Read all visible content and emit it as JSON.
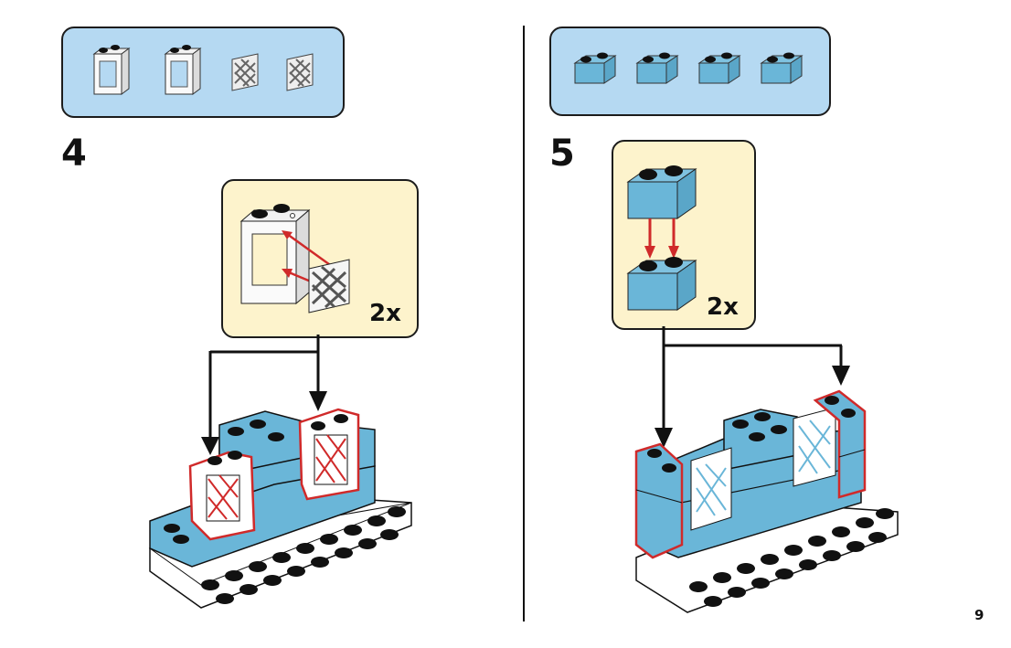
{
  "page": {
    "page_number": "9",
    "colors": {
      "parts_panel_bg": "#b5d9f2",
      "callout_bg": "#fdf3cc",
      "brick_blue": "#6ab6d8",
      "highlight_red": "#d02a2a",
      "stud_black": "#111111",
      "plate_white": "#ffffff"
    }
  },
  "steps": [
    {
      "number": "4",
      "parts_list": [
        {
          "part": "window-frame-1x2x2",
          "color": "white",
          "icon": "window-frame-icon"
        },
        {
          "part": "window-frame-1x2x2",
          "color": "white",
          "icon": "window-frame-icon"
        },
        {
          "part": "window-lattice-glass",
          "color": "white",
          "icon": "lattice-pane-icon"
        },
        {
          "part": "window-lattice-glass",
          "color": "white",
          "icon": "lattice-pane-icon"
        }
      ],
      "callout": {
        "quantity": "2x",
        "description": "Insert lattice pane into window frame"
      },
      "model_description": "Two assembled windows placed on the blue brick wall"
    },
    {
      "number": "5",
      "parts_list": [
        {
          "part": "brick-1x2",
          "color": "medium-azure",
          "icon": "brick-1x2-icon"
        },
        {
          "part": "brick-1x2",
          "color": "medium-azure",
          "icon": "brick-1x2-icon"
        },
        {
          "part": "brick-1x2",
          "color": "medium-azure",
          "icon": "brick-1x2-icon"
        },
        {
          "part": "brick-1x2",
          "color": "medium-azure",
          "icon": "brick-1x2-icon"
        }
      ],
      "callout": {
        "quantity": "2x",
        "description": "Stack one 1x2 brick onto another"
      },
      "model_description": "Two stacked brick columns added at the left and right ends"
    }
  ]
}
